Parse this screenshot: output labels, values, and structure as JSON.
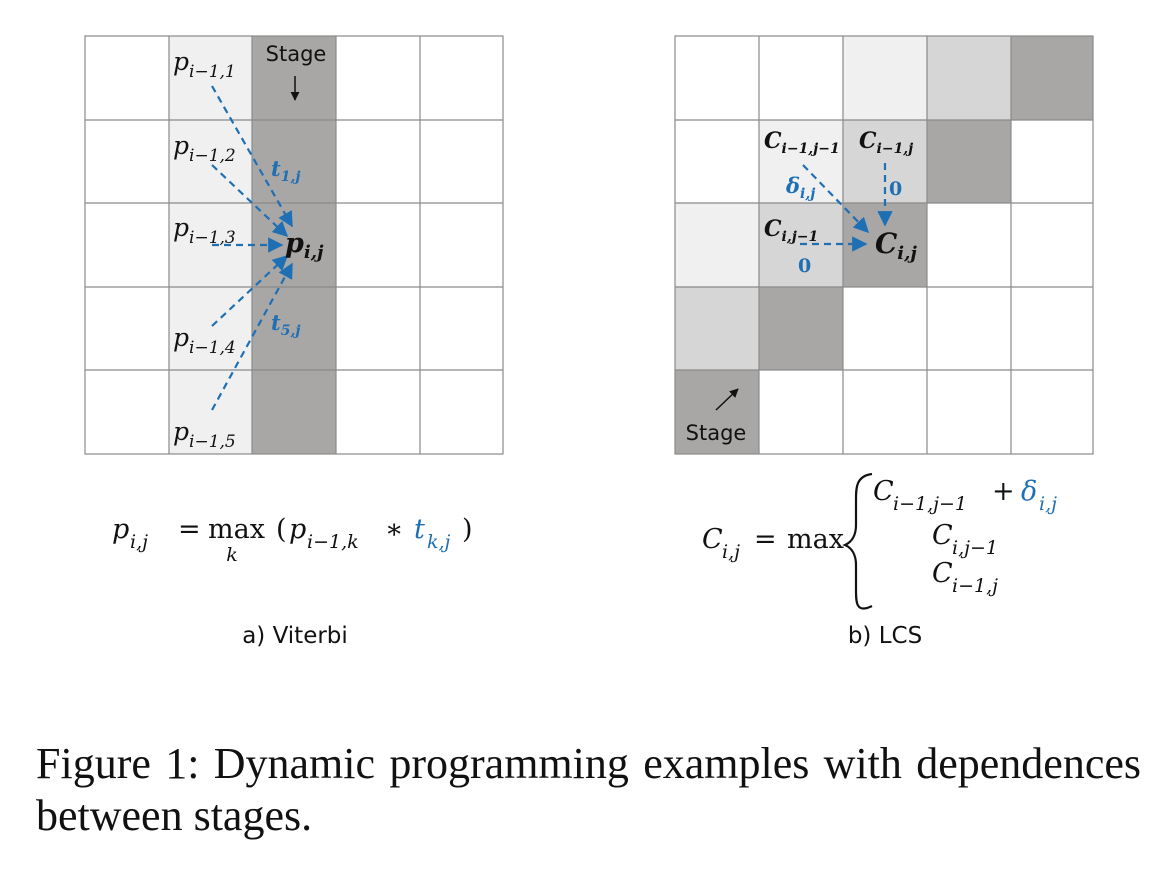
{
  "accent_color": "#1f6fb5",
  "panel_a": {
    "cell_fills": {
      "white": "#ffffff",
      "light": "#f0f0f0",
      "dark": "#a8a7a6"
    },
    "stage_label": "Stage",
    "row_labels": [
      {
        "base": "p",
        "sub": "i−1,1"
      },
      {
        "base": "p",
        "sub": "i−1,2"
      },
      {
        "base": "p",
        "sub": "i−1,3"
      },
      {
        "base": "p",
        "sub": "i−1,4"
      },
      {
        "base": "p",
        "sub": "i−1,5"
      }
    ],
    "target": {
      "base": "p",
      "sub": "i,j"
    },
    "edge_labels": [
      {
        "base": "t",
        "sub": "1,j"
      },
      {
        "base": "t",
        "sub": "5,j"
      }
    ],
    "formula": {
      "lhs_base": "p",
      "lhs_sub": "i,j",
      "eq": "=",
      "op": "max",
      "op_sub": "k",
      "paren_open": "(",
      "arg_base": "p",
      "arg_sub": "i−1,k",
      "times": "∗",
      "t_base": "t",
      "t_sub": "k,j",
      "paren_close": ")"
    },
    "caption": "a) Viterbi"
  },
  "panel_b": {
    "stage_label": "Stage",
    "cells": {
      "top_left": {
        "base": "C",
        "sub": "i−1,j−1"
      },
      "top": {
        "base": "C",
        "sub": "i−1,j"
      },
      "left": {
        "base": "C",
        "sub": "i,j−1"
      },
      "target": {
        "base": "C",
        "sub": "i,j"
      }
    },
    "edge_labels": {
      "delta": {
        "base": "δ",
        "sub": "i,j"
      },
      "zero_vertical": "0",
      "zero_horizontal": "0"
    },
    "formula": {
      "lhs_base": "C",
      "lhs_sub": "i,j",
      "eq": "=",
      "op": "max",
      "line1_base": "C",
      "line1_sub": "i−1,j−1",
      "plus": "+",
      "delta_base": "δ",
      "delta_sub": "i,j",
      "line2_base": "C",
      "line2_sub": "i,j−1",
      "line3_base": "C",
      "line3_sub": "i−1,j"
    },
    "caption": "b) LCS"
  },
  "figure_caption": "Figure 1: Dynamic programming examples with dependences between stages."
}
